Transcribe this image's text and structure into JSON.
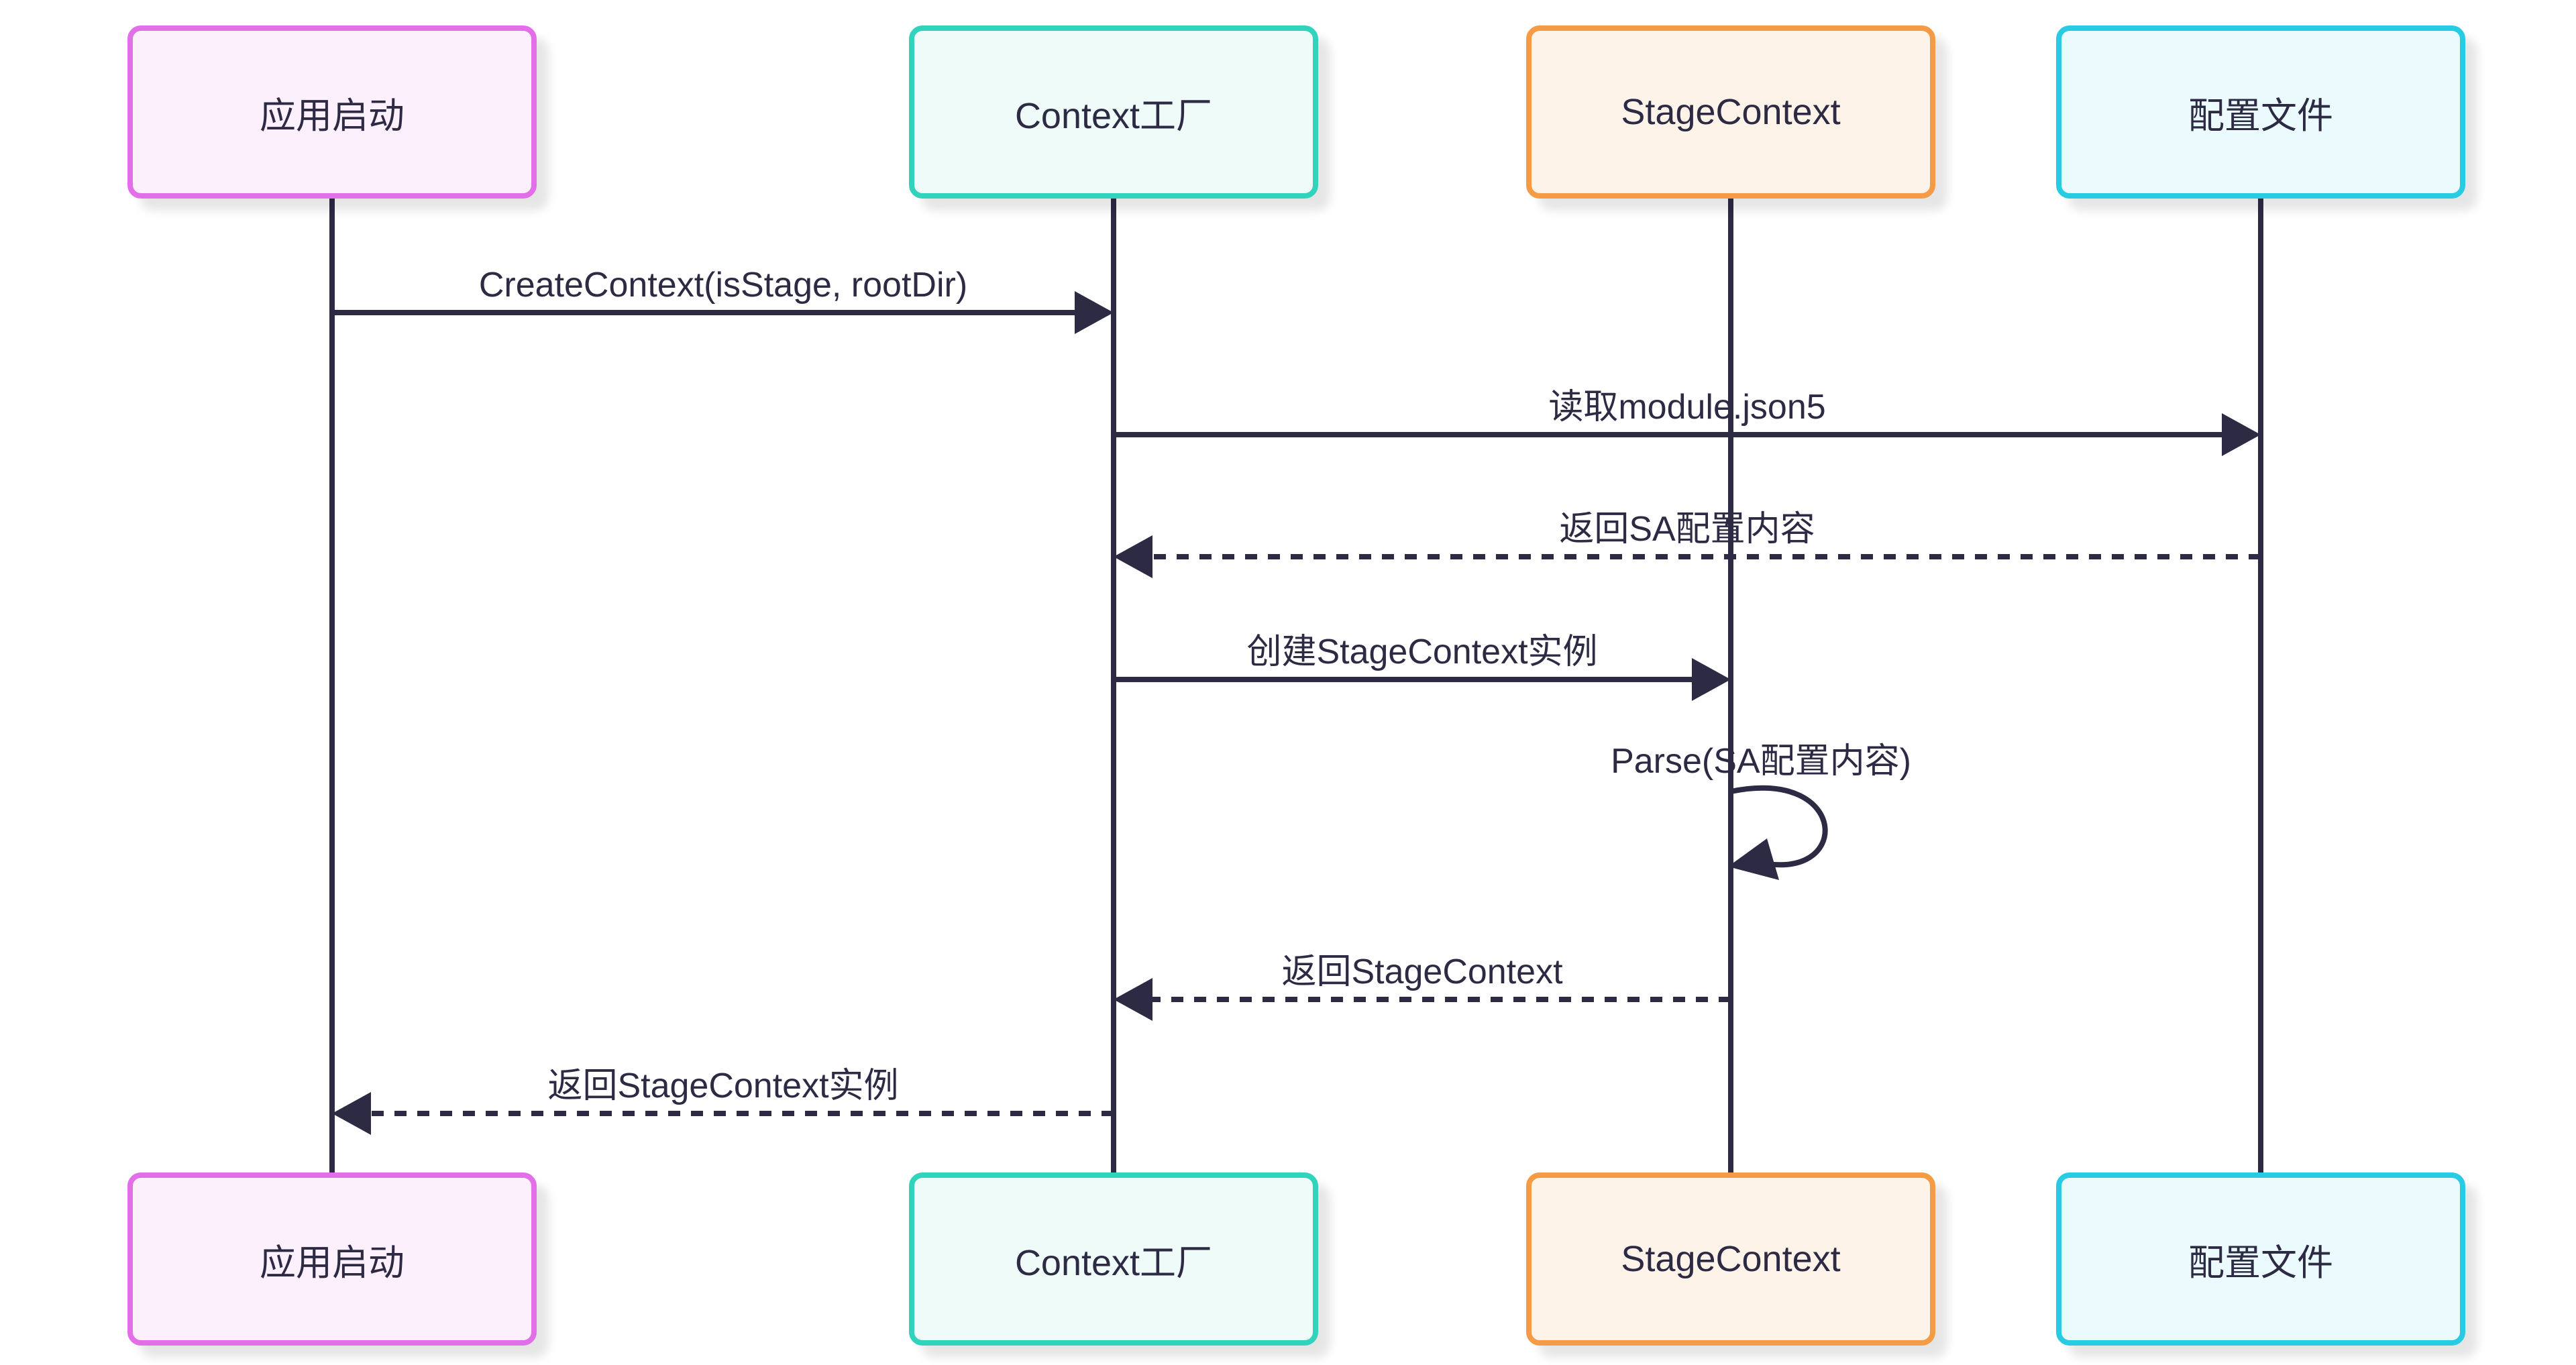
{
  "diagram": {
    "type": "sequence-diagram",
    "background_color": "#ffffff",
    "line_color": "#2d2a44",
    "text_color": "#2d2a44",
    "actors": [
      {
        "label": "应用启动",
        "border_color": "#e26ee8",
        "fill_color": "#fdf0fd"
      },
      {
        "label": "Context工厂",
        "border_color": "#32d3bd",
        "fill_color": "#effbf9"
      },
      {
        "label": "StageContext",
        "border_color": "#f59b45",
        "fill_color": "#fdf3e8"
      },
      {
        "label": "配置文件",
        "border_color": "#27cbe2",
        "fill_color": "#ebfafd"
      }
    ],
    "messages": [
      {
        "from": "应用启动",
        "to": "Context工厂",
        "text": "CreateContext(isStage, rootDir)",
        "line_style": "solid"
      },
      {
        "from": "Context工厂",
        "to": "配置文件",
        "text": "读取module.json5",
        "line_style": "solid"
      },
      {
        "from": "配置文件",
        "to": "Context工厂",
        "text": "返回SA配置内容",
        "line_style": "dashed"
      },
      {
        "from": "Context工厂",
        "to": "StageContext",
        "text": "创建StageContext实例",
        "line_style": "solid"
      },
      {
        "from": "StageContext",
        "to": "StageContext",
        "text": "Parse(SA配置内容)",
        "line_style": "self-loop"
      },
      {
        "from": "StageContext",
        "to": "Context工厂",
        "text": "返回StageContext",
        "line_style": "dashed"
      },
      {
        "from": "Context工厂",
        "to": "应用启动",
        "text": "返回StageContext实例",
        "line_style": "dashed"
      }
    ]
  }
}
